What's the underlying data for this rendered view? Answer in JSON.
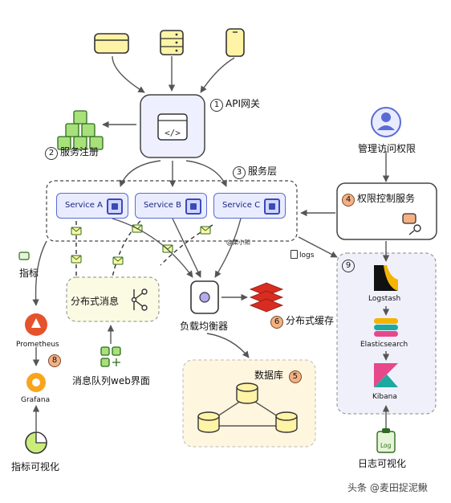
{
  "nodes": {
    "api_gateway": {
      "num": "1",
      "label": "API网关"
    },
    "service_registry": {
      "num": "2",
      "label": "服务注册"
    },
    "service_layer": {
      "num": "3",
      "label": "服务层"
    },
    "service_a": "Service A",
    "service_b": "Service B",
    "service_c": "Service C",
    "access_mgmt": "管理访问权限",
    "auth_service": {
      "num": "4",
      "label": "权限控制服务"
    },
    "metrics": "指标",
    "prometheus": "Prometheus",
    "grafana": "Grafana",
    "monitoring_num": "8",
    "metrics_viz": "指标可视化",
    "mq": "分布式消息",
    "mq_web": "消息队列web界面",
    "load_balancer": "负载均衡器",
    "cache": {
      "num": "6",
      "label": "分布式缓存"
    },
    "database": {
      "num": "5",
      "label": "数据库"
    },
    "logs": "logs",
    "elk_num": "9",
    "logstash": "Logstash",
    "elasticsearch": "Elasticsearch",
    "kibana": "Kibana",
    "log_viz": "日志可视化",
    "log_icon_text": "Log",
    "watermark_small": "@栗小知",
    "footer_watermark": "头条 @麦田捉泥鳅"
  },
  "colors": {
    "accent_blue": "#5b6bd6",
    "client_yellow": "#fff3a6",
    "registry_green": "#a8e07a",
    "auth_orange": "#f4b183",
    "mq_bg": "#fbfbe4",
    "db_bg": "#fff6e0",
    "elk_bg": "#f0f0fa",
    "redis_red": "#d82c20"
  },
  "icons": [
    "client-card-icon",
    "server-icon",
    "mobile-icon",
    "code-window-icon",
    "cubes-icon",
    "user-icon",
    "key-lock-icon",
    "cpu-chip-icon",
    "envelope-icon",
    "redis-icon",
    "database-cylinder-icon",
    "logstash-icon",
    "elasticsearch-icon",
    "kibana-icon",
    "prometheus-icon",
    "grafana-icon",
    "pie-chart-icon",
    "grid-plus-icon",
    "share-icon",
    "log-file-icon"
  ]
}
